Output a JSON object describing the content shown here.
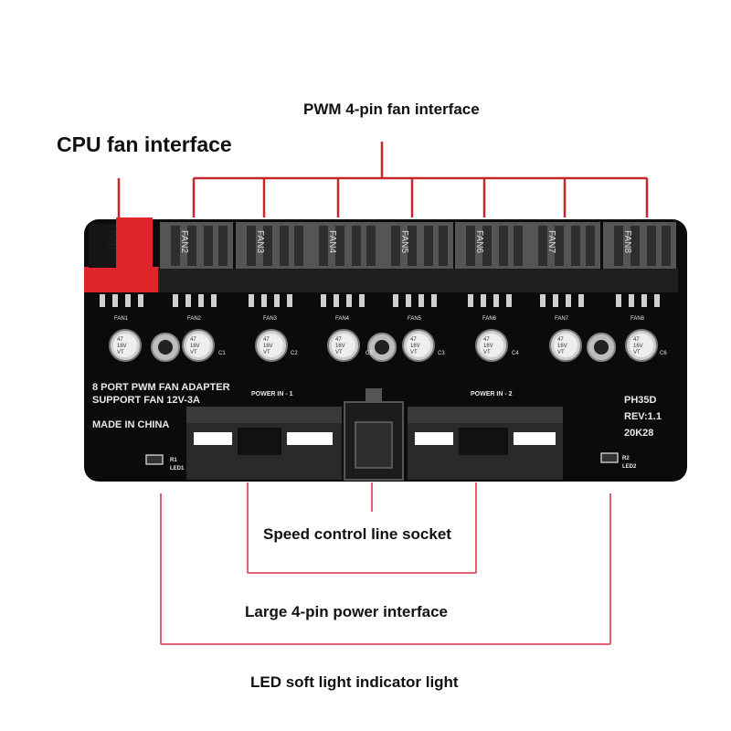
{
  "callouts": {
    "cpu": "CPU fan interface",
    "pwm": "PWM 4-pin fan interface",
    "speed": "Speed control line socket",
    "power": "Large 4-pin power interface",
    "led": "LED soft light indicator light"
  },
  "board": {
    "title_line1": "8 PORT PWM FAN ADAPTER",
    "title_line2": "SUPPORT FAN 12V-3A",
    "made_in": "MADE IN CHINA",
    "model": "PH35D",
    "revision": "REV:1.1",
    "date_code": "20K28",
    "power_in_1": "POWER IN - 1",
    "power_in_2": "POWER IN - 2",
    "led1": "LED1",
    "led2": "LED2",
    "r1": "R1",
    "r2": "R2",
    "connectors": [
      "CPU",
      "FAN2",
      "FAN3",
      "FAN4",
      "FAN5",
      "FAN6",
      "FAN7",
      "FAN8"
    ],
    "fan_silk": [
      "FAN1",
      "FAN2",
      "FAN3",
      "FAN4",
      "FAN5",
      "FAN6",
      "FAN7",
      "FAN8"
    ],
    "cap_labels": [
      "C1",
      "C2",
      "C3",
      "C4",
      "C5",
      "C6"
    ],
    "cap_text": [
      "47",
      "16V",
      "VT"
    ]
  },
  "colors": {
    "callout_line": "#c8262e",
    "pcb": "#0b0b0b",
    "silkscreen": "#e8e8e8",
    "cpu_connector": "#e0252c"
  }
}
